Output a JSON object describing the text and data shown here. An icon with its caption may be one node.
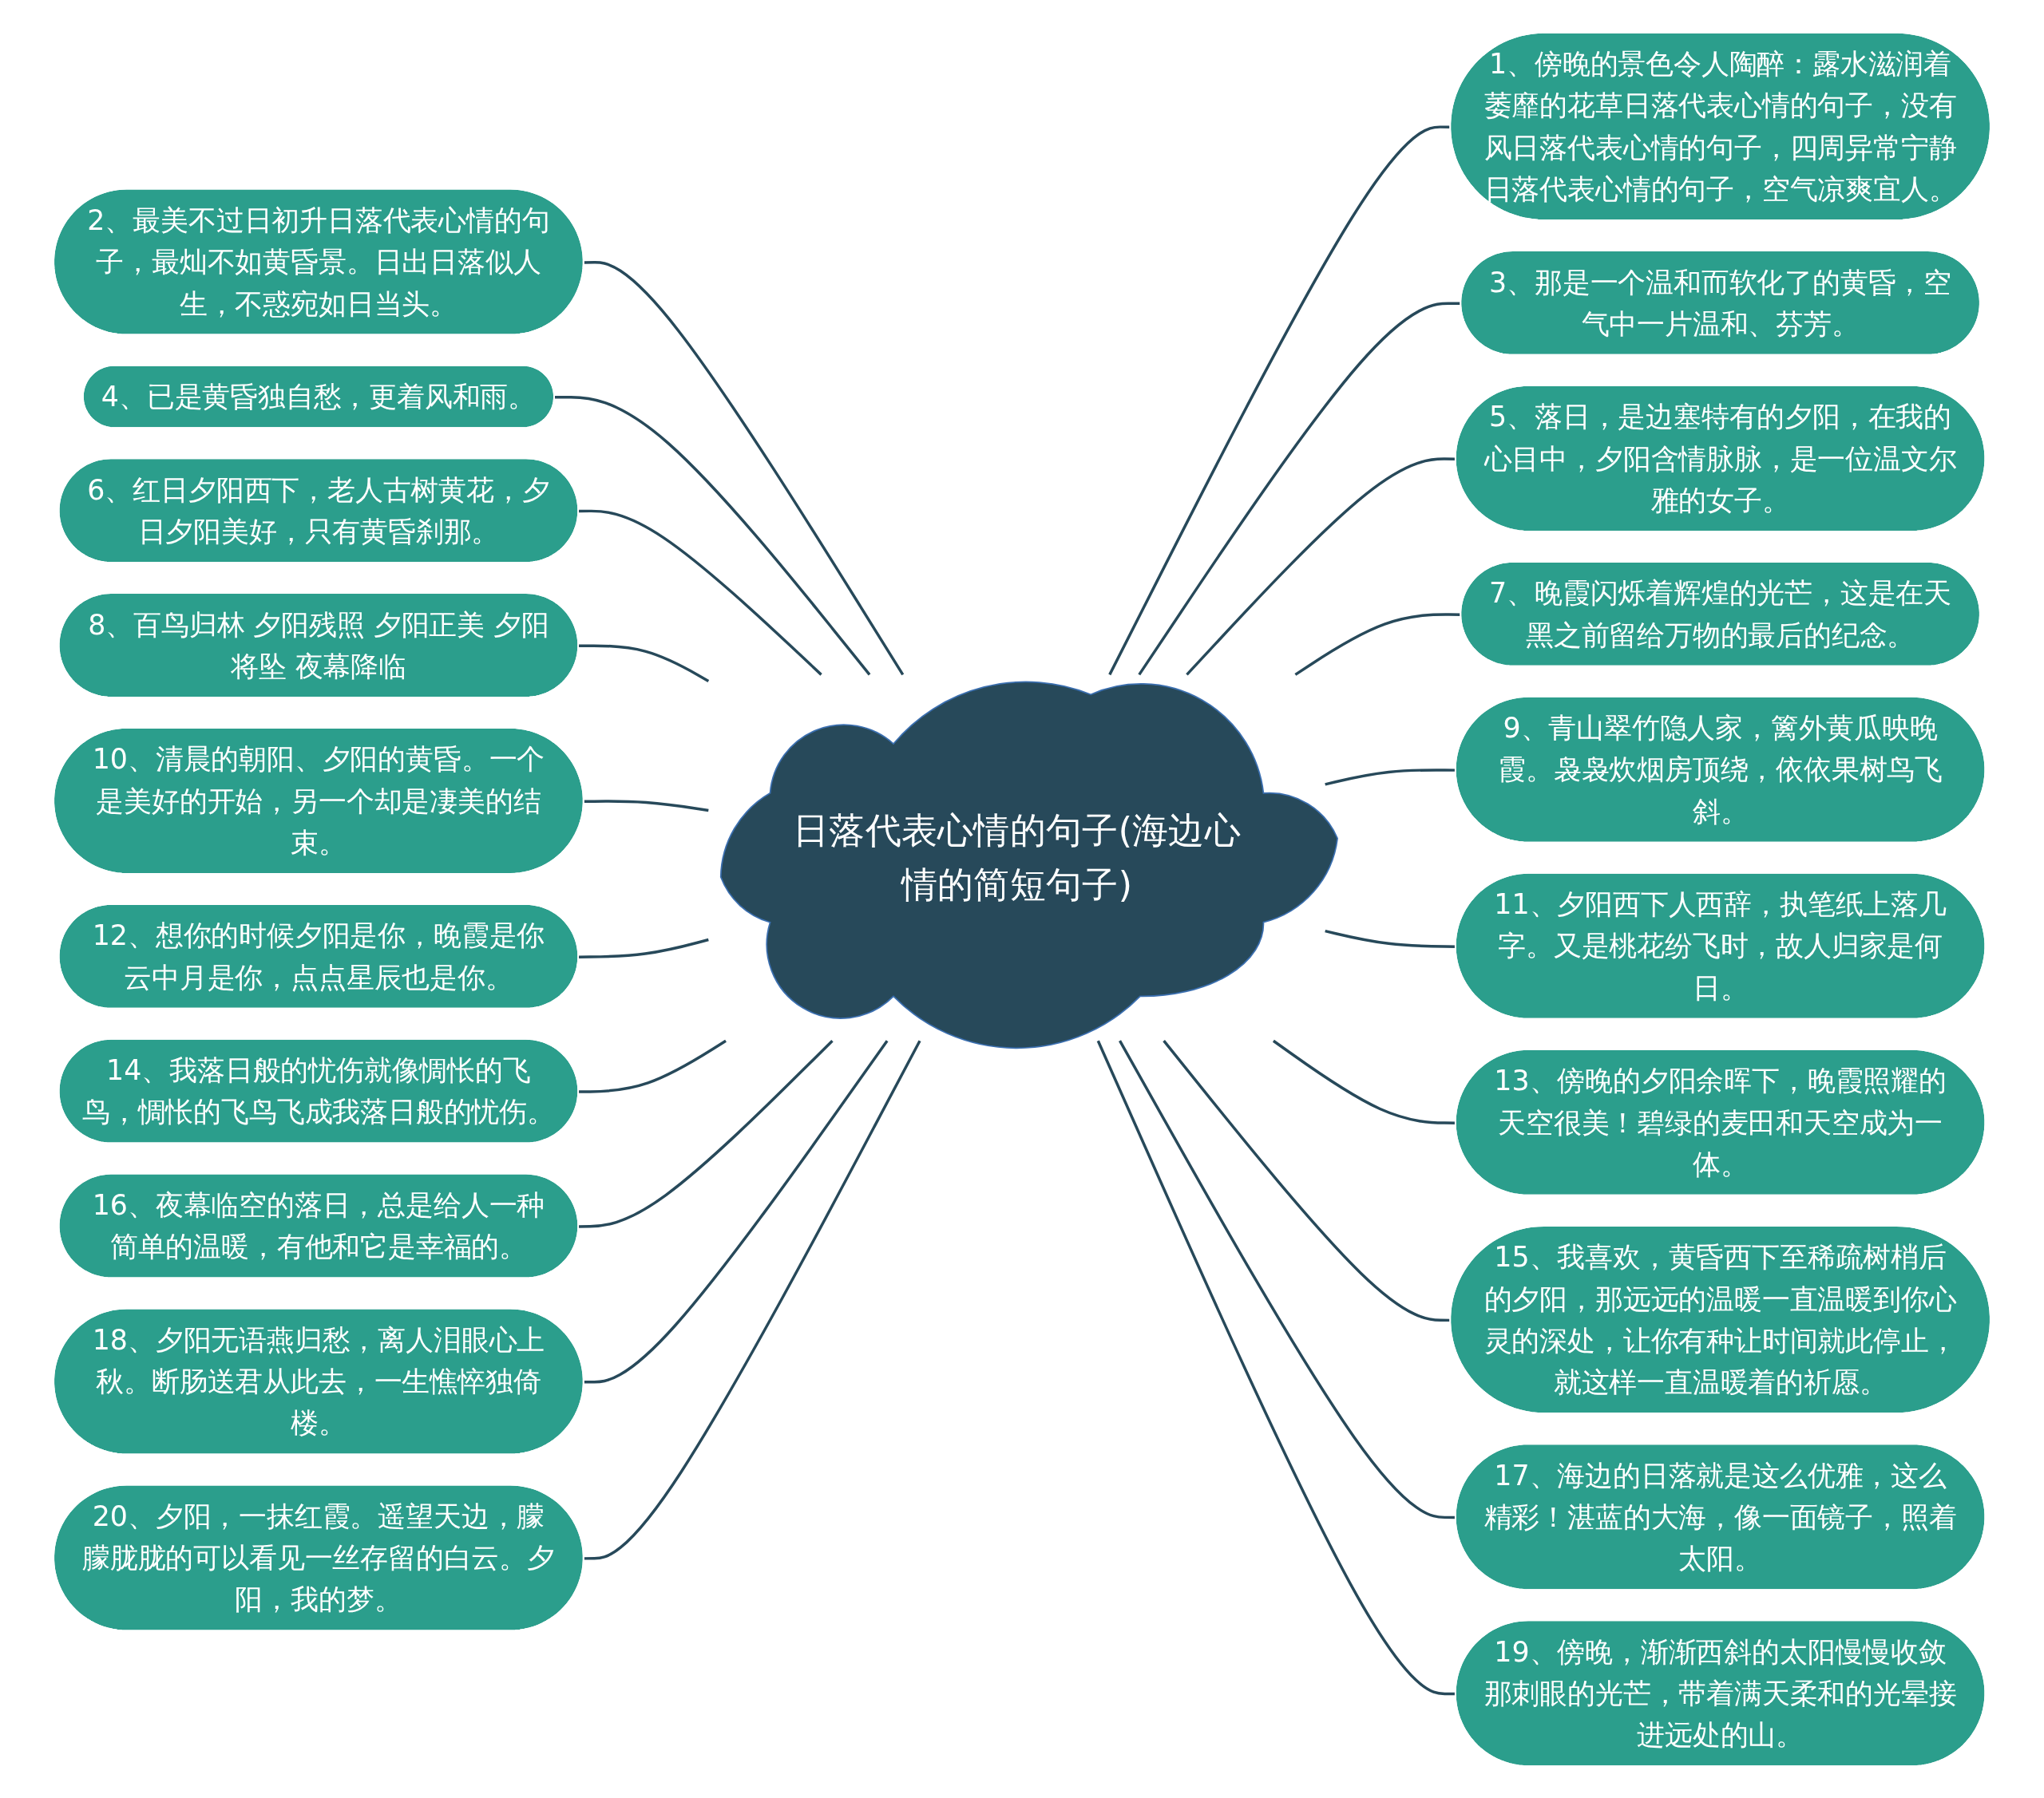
{
  "diagram": {
    "nodes": [
      {
        "text": [
          "日落代表心情的句子(海边心情的简短句子)"
        ]
      },
      {
        "text": [
          "1、傍晚的景色令人陶醉：露水滋润着萎靡的花草日落代表心情的句子，没有风日落代表心情的句子，四周异常宁静日落代表心情的句子，空气凉爽宜人。"
        ]
      },
      {
        "text": [
          "2、最美不过日初升日落代表心情的句子，最灿不如黄昏景。日出日落似人生，不惑宛如日当头。"
        ]
      },
      {
        "text": [
          "3、那是一个温和而软化了的黄昏，空气中一片温和、芬芳。"
        ]
      },
      {
        "text": [
          "4、已是黄昏独自愁，更着风和雨。"
        ]
      },
      {
        "text": [
          "5、落日，是边塞特有的夕阳，在我的心目中，夕阳含情脉脉，是一位温文尔雅的女子。"
        ]
      },
      {
        "text": [
          "6、红日夕阳西下，老人古树黄花，夕日夕阳美好，只有黄昏刹那。"
        ]
      },
      {
        "text": [
          "7、晚霞闪烁着辉煌的光芒，这是在天黑之前留给万物的最后的纪念。"
        ]
      },
      {
        "text": [
          "8、百鸟归林 夕阳残照 夕阳正美 夕阳将坠 夜幕降临"
        ]
      },
      {
        "text": [
          "9、青山翠竹隐人家，篱外黄瓜映晚霞。袅袅炊烟房顶绕，依依果树鸟飞斜。"
        ]
      },
      {
        "text": [
          "10、清晨的朝阳、夕阳的黄昏。一个是美好的开始，另一个却是凄美的结束。"
        ]
      },
      {
        "text": [
          "11、夕阳西下人西辞，执笔纸上落几字。又是桃花纷飞时，故人归家是何日。"
        ]
      },
      {
        "text": [
          "12、想你的时候夕阳是你，晚霞是你云中月是你，点点星辰也是你。"
        ]
      },
      {
        "text": [
          "13、傍晚的夕阳余晖下，晚霞照耀的天空很美！碧绿的麦田和天空成为一体。"
        ]
      },
      {
        "text": [
          "14、我落日般的忧伤就像惆怅的飞鸟，惆怅的飞鸟飞成我落日般的忧伤。"
        ]
      },
      {
        "text": [
          "15、我喜欢，黄昏西下至稀疏树梢后的夕阳，那远远的温暖一直温暖到你心灵的深处，让你有种让时间就此停止，就这样一直温暖着的祈愿。"
        ]
      },
      {
        "text": [
          "16、夜幕临空的落日，总是给人一种简单的温暖，有他和它是幸福的。"
        ]
      },
      {
        "text": [
          "17、海边的日落就是这么优雅，这么精彩！湛蓝的大海，像一面镜子，照着太阳。"
        ]
      },
      {
        "text": [
          "18、夕阳无语燕归愁，离人泪眼心上秋。断肠送君从此去，一生憔悴独倚楼。"
        ]
      },
      {
        "text": [
          "19、傍晚，渐渐西斜的太阳慢慢收敛那刺眼的光芒，带着满天柔和的光晕接进远处的山。"
        ]
      },
      {
        "text": [
          "20、夕阳，一抹红霞。遥望天边，朦朦胧胧的可以看见一丝存留的白云。夕阳，我的梦。"
        ]
      }
    ],
    "edges": [
      {
        "from": 0,
        "to": 1,
        "arrow": "none"
      },
      {
        "from": 2,
        "to": 0,
        "arrow": "none"
      },
      {
        "from": 0,
        "to": 3,
        "arrow": "none"
      },
      {
        "from": 4,
        "to": 0,
        "arrow": "none"
      },
      {
        "from": 0,
        "to": 5,
        "arrow": "none"
      },
      {
        "from": 6,
        "to": 0,
        "arrow": "none"
      },
      {
        "from": 0,
        "to": 7,
        "arrow": "none"
      },
      {
        "from": 8,
        "to": 0,
        "arrow": "none"
      },
      {
        "from": 0,
        "to": 9,
        "arrow": "none"
      },
      {
        "from": 10,
        "to": 0,
        "arrow": "none"
      },
      {
        "from": 0,
        "to": 11,
        "arrow": "none"
      },
      {
        "from": 12,
        "to": 0,
        "arrow": "none"
      },
      {
        "from": 0,
        "to": 13,
        "arrow": "none"
      },
      {
        "from": 14,
        "to": 0,
        "arrow": "none"
      },
      {
        "from": 0,
        "to": 15,
        "arrow": "none"
      },
      {
        "from": 16,
        "to": 0,
        "arrow": "none"
      },
      {
        "from": 0,
        "to": 17,
        "arrow": "none"
      },
      {
        "from": 18,
        "to": 0,
        "arrow": "none"
      },
      {
        "from": 0,
        "to": 19,
        "arrow": "none"
      },
      {
        "from": 20,
        "to": 0,
        "arrow": "none"
      }
    ]
  }
}
